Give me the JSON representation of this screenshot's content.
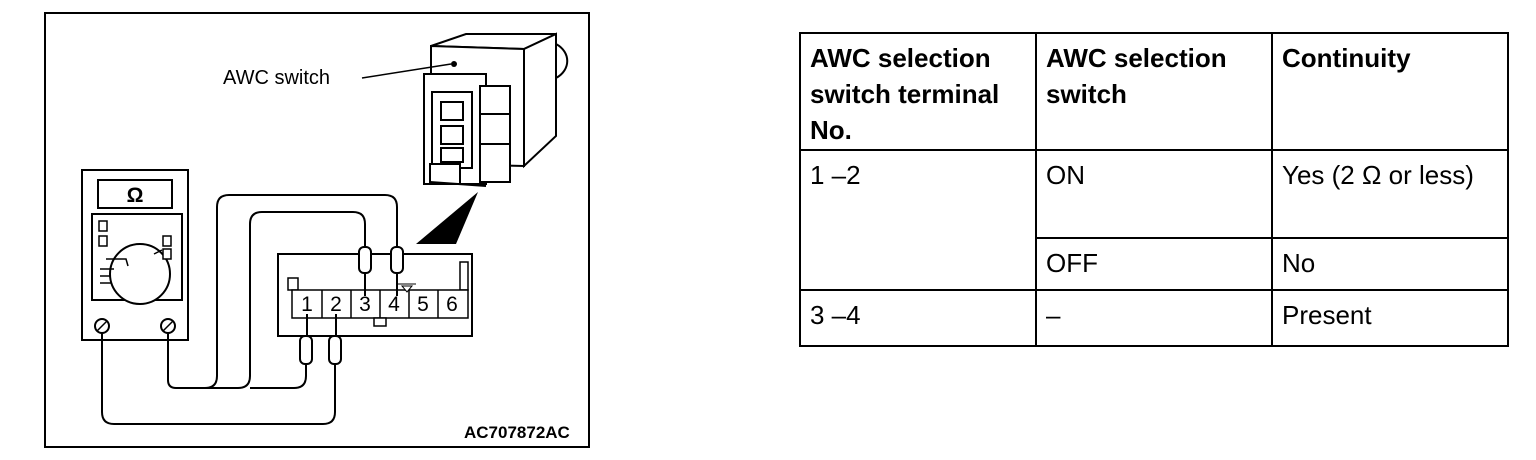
{
  "diagram": {
    "callout_awc_switch": "AWC switch",
    "figure_code": "AC707872AC",
    "meter_symbol": "Ω",
    "terminals": [
      "1",
      "2",
      "3",
      "4",
      "5",
      "6"
    ],
    "icons": [
      "ohmmeter-icon",
      "awc-switch-connector-icon"
    ]
  },
  "table": {
    "headers": [
      "AWC selection switch terminal No.",
      "AWC selection switch",
      "Continuity"
    ],
    "rows": [
      {
        "terminal": "1 –2",
        "switch": "ON",
        "continuity": "Yes (2 Ω or less)"
      },
      {
        "switch": "OFF",
        "continuity": "No"
      },
      {
        "terminal": "3 –4",
        "switch": "–",
        "continuity": "Present"
      }
    ]
  }
}
